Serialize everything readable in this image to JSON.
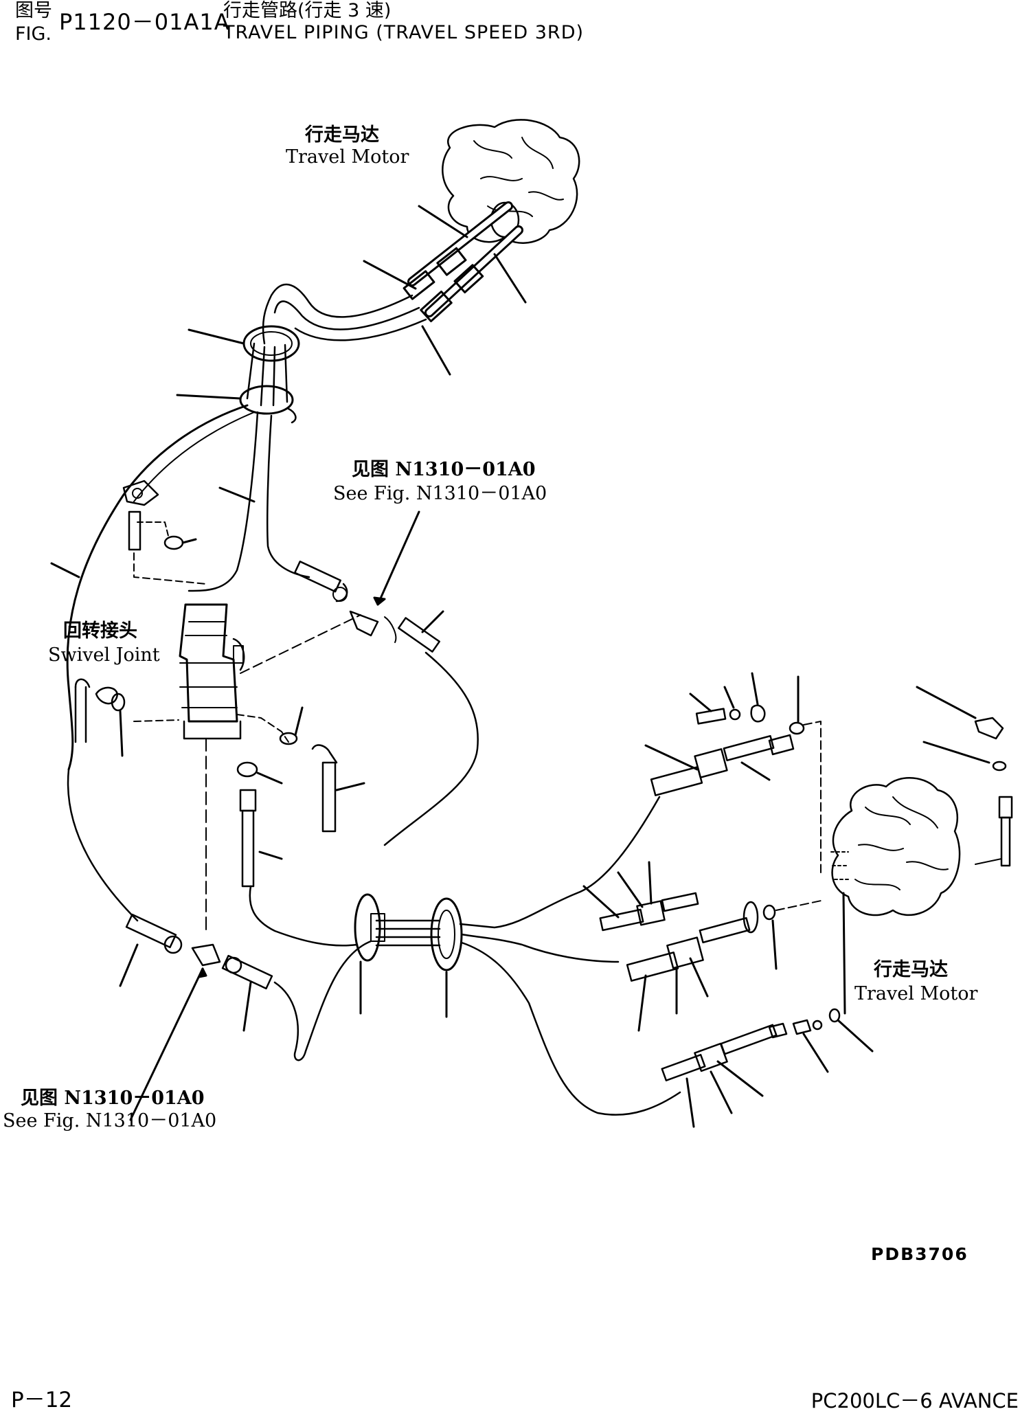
{
  "header": {
    "zh_label": "图号",
    "fig_label": "FIG.",
    "fig_number": "P1120－01A1A",
    "title_zh": "行走管路(行走 3 速)",
    "title_en": "TRAVEL PIPING (TRAVEL SPEED 3RD)"
  },
  "labels": {
    "travel_motor_top_zh": "行走马达",
    "travel_motor_top_en": "Travel Motor",
    "see_fig_mid_zh": "见图 N1310－01A0",
    "see_fig_mid_en": "See Fig. N1310－01A0",
    "swivel_joint_zh": "回转接头",
    "swivel_joint_en": "Swivel Joint",
    "travel_motor_right_zh": "行走马达",
    "travel_motor_right_en": "Travel Motor",
    "see_fig_bottom_zh": "见图 N1310－01A0",
    "see_fig_bottom_en": "See Fig. N1310－01A0"
  },
  "art_code": "PDB3706",
  "footer": {
    "page": "P－12",
    "model": "PC200LC－6 AVANCE"
  }
}
